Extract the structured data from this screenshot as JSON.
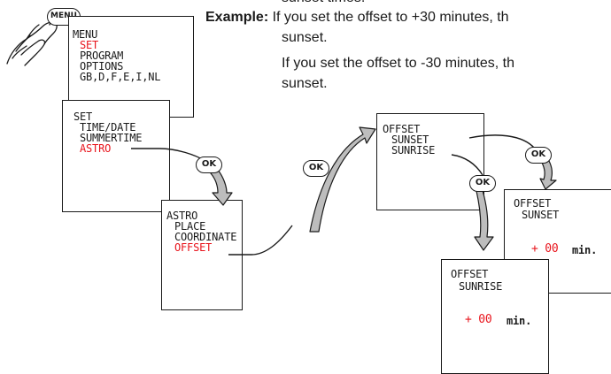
{
  "instructions": {
    "top_partial": "sunset times.",
    "example_label": "Example:",
    "line1": "If you set the offset to +30 minutes, th",
    "line1_cont": "sunset.",
    "line2": "If you set the offset to -30 minutes, th",
    "line2_cont": "sunset."
  },
  "menu_key_label": "MENU",
  "screens": {
    "menu": {
      "title": "MENU",
      "items": [
        "SET",
        "PROGRAM",
        "OPTIONS",
        "GB,D,F,E,I,NL"
      ]
    },
    "set": {
      "title": "SET",
      "items": [
        "TIME/DATE",
        "SUMMERTIME",
        "ASTRO"
      ]
    },
    "astro": {
      "title": "ASTRO",
      "items": [
        "PLACE",
        "COORDINATE",
        "OFFSET"
      ]
    },
    "offset": {
      "title": "OFFSET",
      "items": [
        "SUNSET",
        "SUNRISE"
      ]
    },
    "offset_sunset": {
      "title": "OFFSET",
      "subtitle": "SUNSET",
      "value": "+ 00",
      "unit": "min."
    },
    "offset_sunrise": {
      "title": "OFFSET",
      "subtitle": "SUNRISE",
      "value": "+ 00",
      "unit": "min."
    }
  },
  "ok_label": "OK",
  "colors": {
    "highlight": "#e8141c",
    "ink": "#1a1a1a",
    "arrow_fill": "#bdbdbd"
  }
}
